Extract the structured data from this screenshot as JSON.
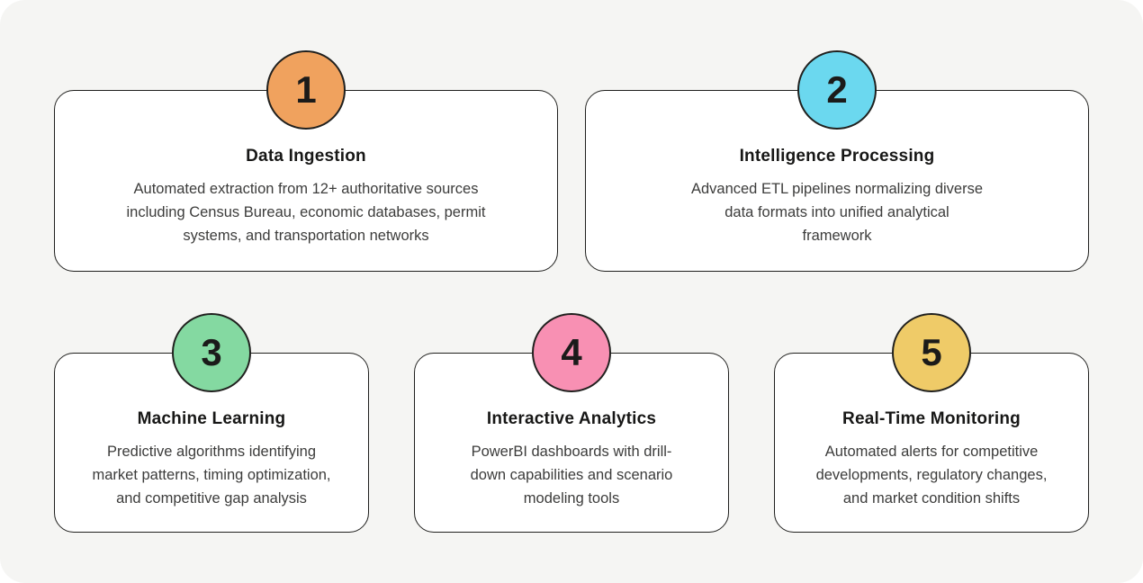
{
  "page": {
    "background": "#f5f5f3",
    "card_background": "#ffffff",
    "outline_color": "#20201e",
    "title_color": "#171716",
    "body_color": "#3c3c3b"
  },
  "cards": [
    {
      "number": "1",
      "title": "Data Ingestion",
      "badge_color": "#f0a25e",
      "body_lines": [
        "Automated extraction from 12+ authoritative sources",
        "including Census Bureau, economic databases, permit",
        "systems, and transportation networks"
      ]
    },
    {
      "number": "2",
      "title": "Intelligence Processing",
      "badge_color": "#6bd8ef",
      "body_lines": [
        "Advanced ETL pipelines normalizing diverse",
        "data formats into unified analytical",
        "framework"
      ]
    },
    {
      "number": "3",
      "title": "Machine Learning",
      "badge_color": "#84d9a1",
      "body_lines": [
        "Predictive algorithms identifying",
        "market patterns, timing optimization,",
        "and competitive gap analysis"
      ]
    },
    {
      "number": "4",
      "title": "Interactive Analytics",
      "badge_color": "#f890b3",
      "body_lines": [
        "PowerBI dashboards with drill-",
        "down capabilities and scenario",
        "modeling tools"
      ]
    },
    {
      "number": "5",
      "title": "Real-Time Monitoring",
      "badge_color": "#efcb68",
      "body_lines": [
        "Automated alerts for competitive",
        "developments, regulatory changes,",
        "and market condition shifts"
      ]
    }
  ]
}
